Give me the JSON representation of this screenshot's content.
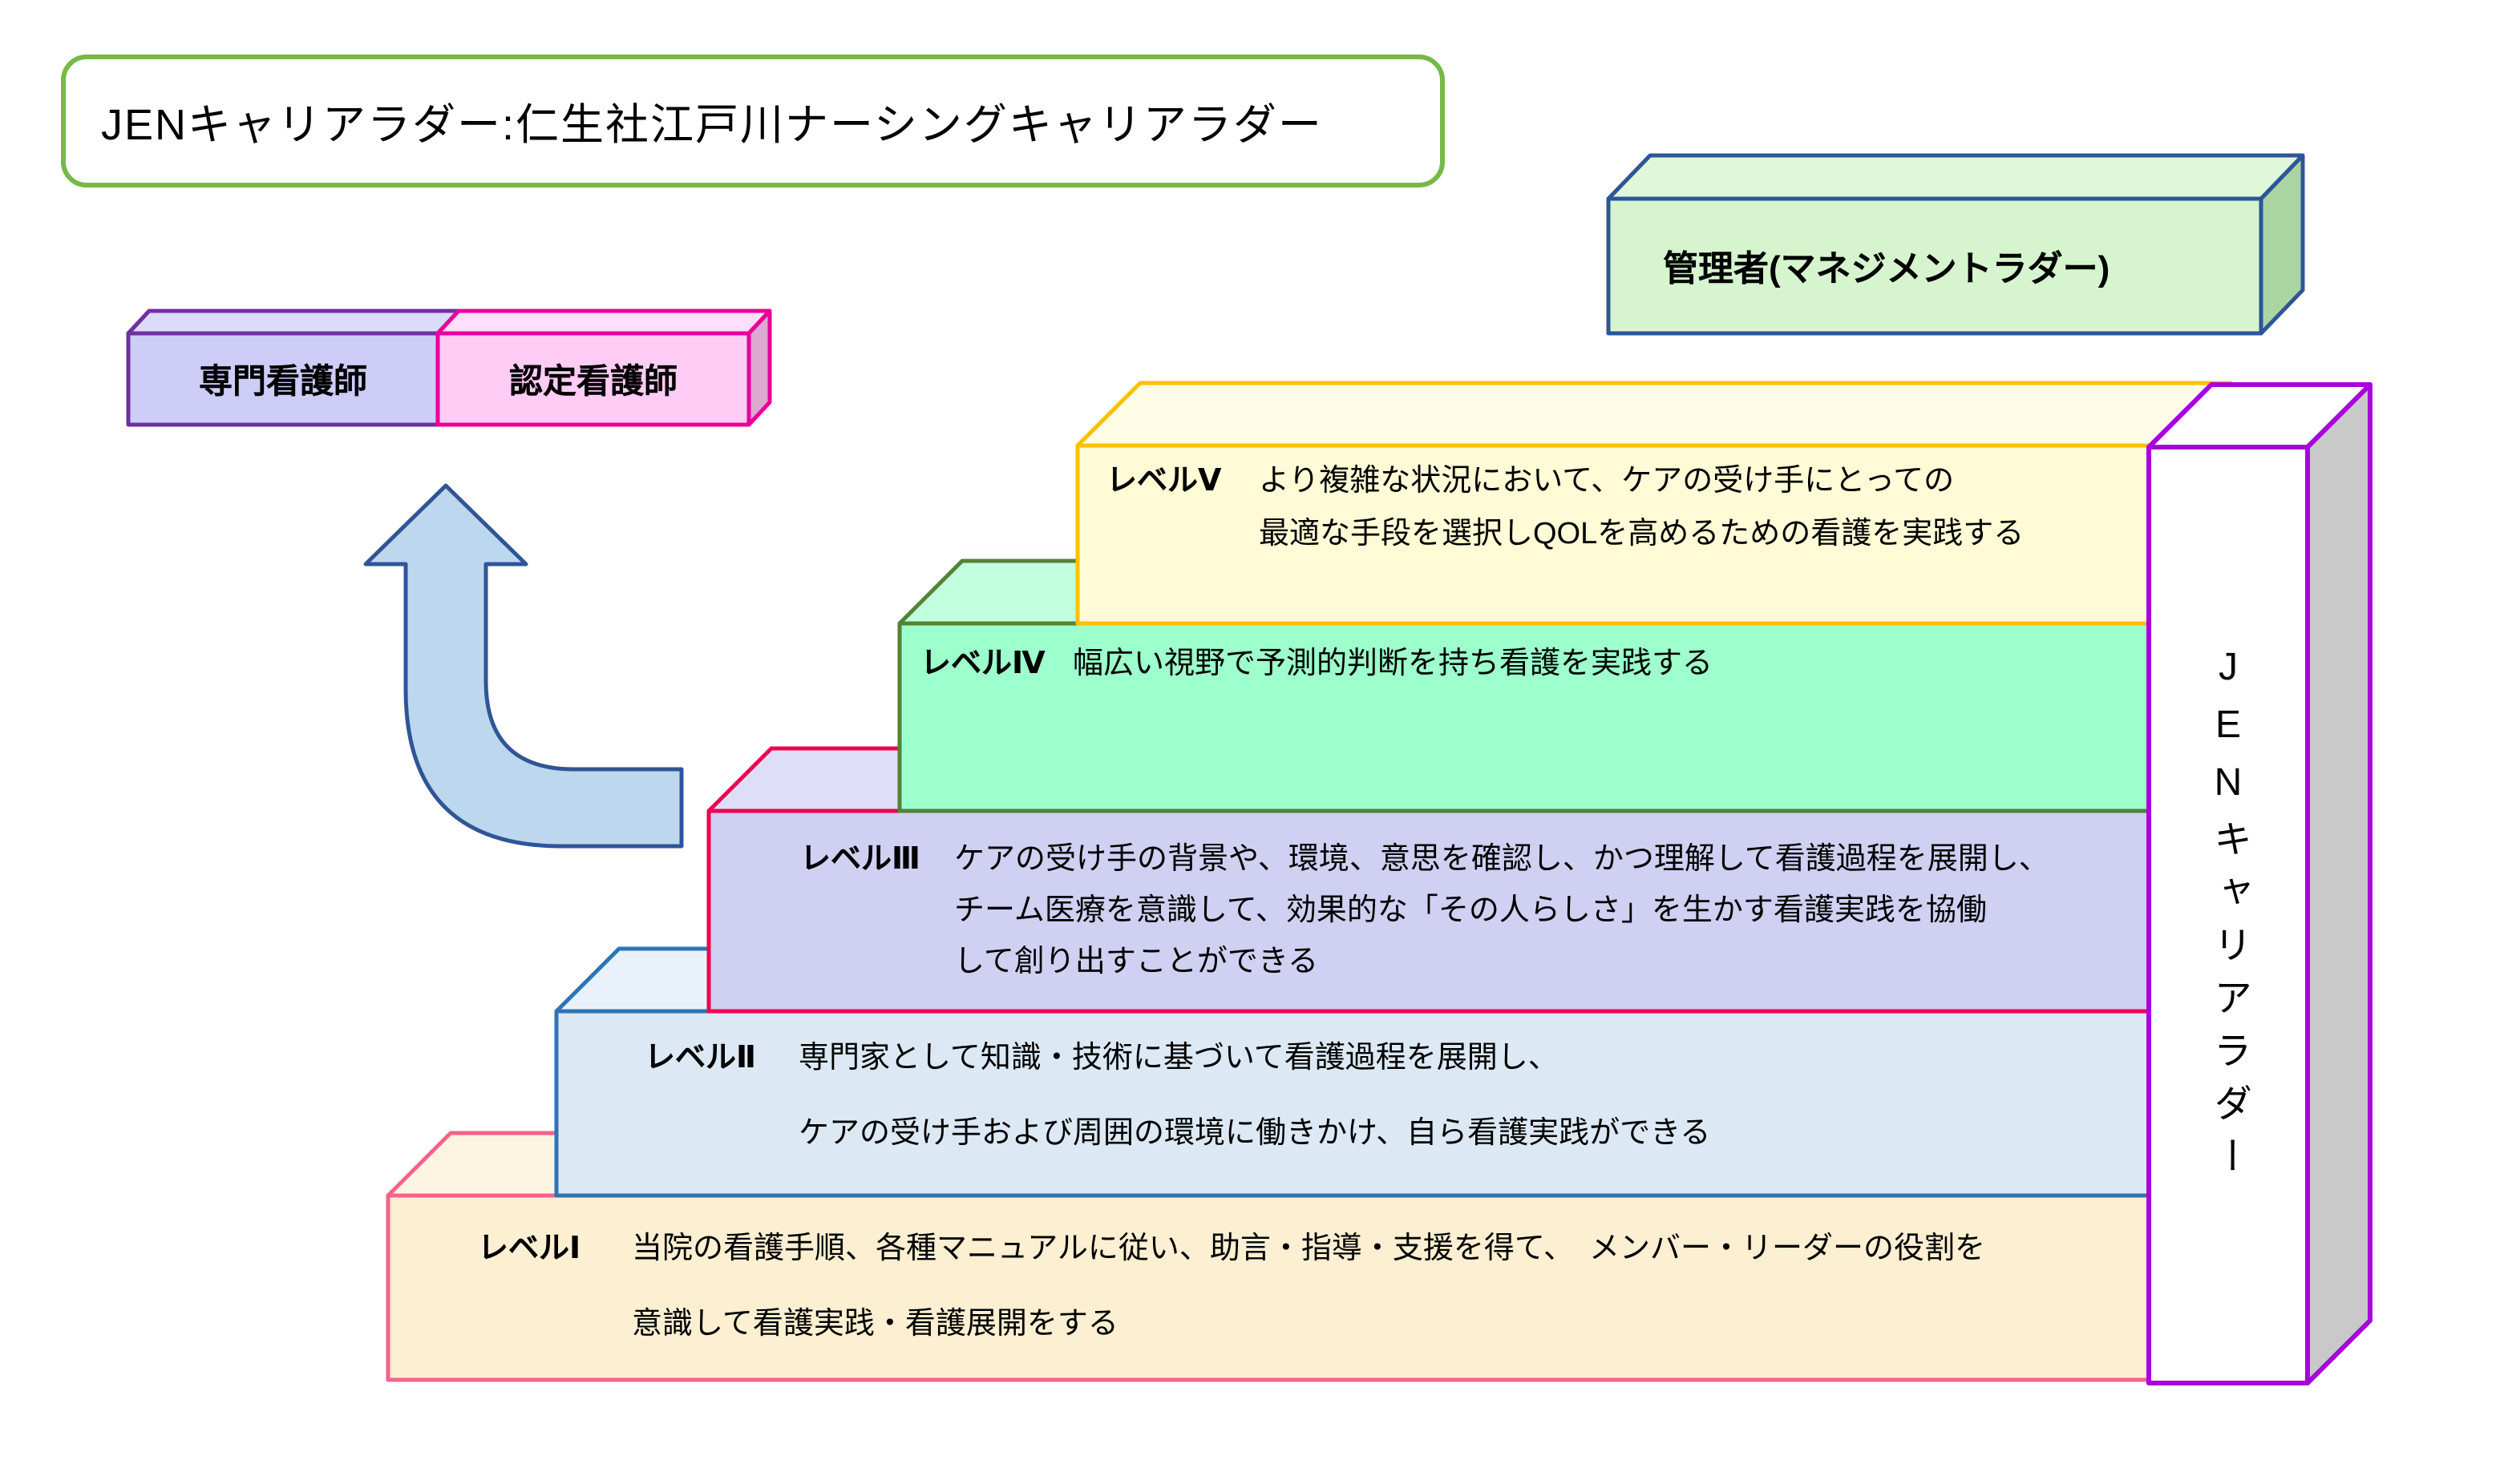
{
  "title": "JENキャリアラダー:仁生社江戸川ナーシングキャリアラダー",
  "manager_box": {
    "label": "管理者(マネジメントラダー)"
  },
  "specialist_box": {
    "label": "専門看護師"
  },
  "certified_box": {
    "label": "認定看護師"
  },
  "ladder_bar": {
    "label": "JENキャリアラダー"
  },
  "levels": [
    {
      "id": "V",
      "label": "レベルⅤ",
      "lines": [
        "より複雑な状況において、ケアの受け手にとっての",
        "最適な手段を選択しQOLを高めるための看護を実践する"
      ]
    },
    {
      "id": "IV",
      "label": "レベルⅣ",
      "lines": [
        "幅広い視野で予測的判断を持ち看護を実践する"
      ]
    },
    {
      "id": "III",
      "label": "レベルⅢ",
      "lines": [
        "ケアの受け手の背景や、環境、意思を確認し、かつ理解して看護過程を展開し、",
        "チーム医療を意識して、効果的な「その人らしさ」を生かす看護実践を協働",
        "して創り出すことができる"
      ]
    },
    {
      "id": "II",
      "label": "レベルⅡ",
      "lines": [
        "専門家として知識・技術に基づいて看護過程を展開し、",
        "ケアの受け手および周囲の環境に働きかけ、自ら看護実践ができる"
      ]
    },
    {
      "id": "I",
      "label": "レベルⅠ",
      "lines": [
        "当院の看護手順、各種マニュアルに従い、助言・指導・支援を得て、　メンバー・リーダーの役割を",
        "意識して看護実践・看護展開をする"
      ]
    }
  ],
  "colors": {
    "title_border": "#76B947",
    "manager_fill": "#D6F5CE",
    "manager_top": "#E0F8D9",
    "manager_side": "#ABD4A3",
    "manager_border": "#2E5597",
    "specialist_fill": "#CDCDF7",
    "specialist_top": "#DCDCFA",
    "specialist_border": "#7030A0",
    "certified_fill": "#FFCCF5",
    "certified_top": "#FFDFF9",
    "certified_side": "#DCA9D0",
    "certified_border": "#E8009A",
    "level5_fill": "#FFFBD6",
    "level5_border": "#FFC000",
    "level4_fill": "#9CFFCC",
    "level4_border": "#548235",
    "level3_fill": "#D0D0F2",
    "level3_border": "#F10050",
    "level2_fill": "#DCE9F5",
    "level2_border": "#2E74B5",
    "level1_fill": "#FCEFD2",
    "level1_border": "#F4638C",
    "bar_fill": "#FFFFFF",
    "bar_side": "#C9C9C9",
    "bar_border": "#A704DC",
    "arrow_fill": "#BDD7EE",
    "arrow_stroke": "#2F5597"
  }
}
